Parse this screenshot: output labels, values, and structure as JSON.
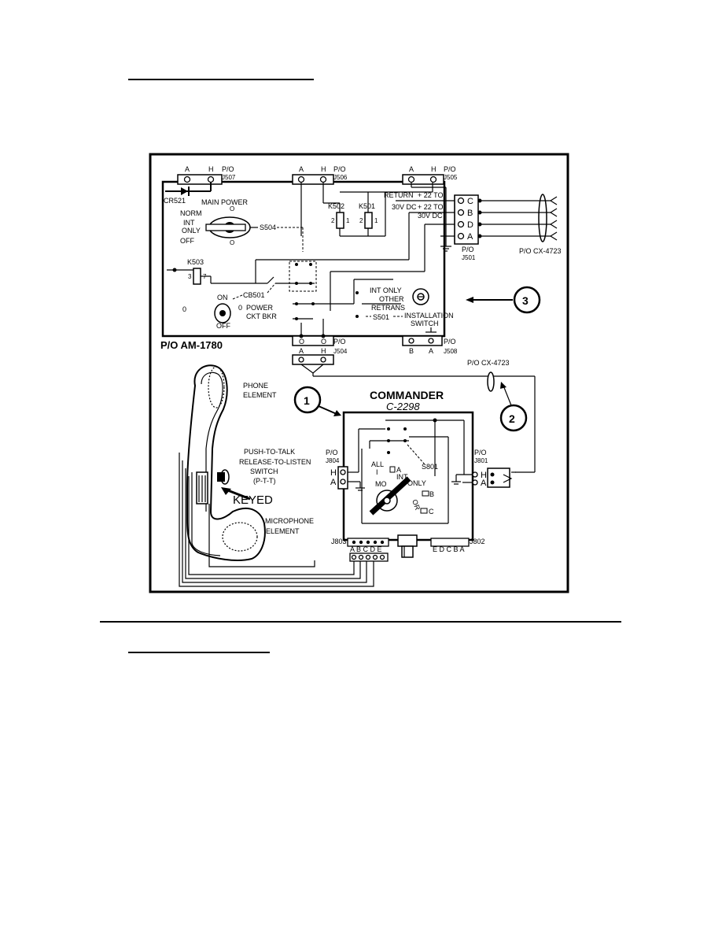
{
  "amplifier": {
    "label": "P/O AM-1780",
    "cr521": "CR521",
    "main_power": "MAIN POWER",
    "norm": "NORM",
    "int_only": "INT",
    "int_only2": "ONLY",
    "off": "OFF",
    "s504": "S504",
    "k503": "K503",
    "k502": "K502",
    "k501": "K501",
    "on": "ON",
    "off2": "OFF",
    "cb501": "CB501",
    "power": "POWER",
    "ckt_bkr": "CKT BKR",
    "return": "RETURN",
    "plus22a": "+ 22 TO",
    "v30a": "30V DC",
    "plus22b": "+ 22 TO",
    "v30b": "30V DC",
    "int_only_sw": "INT ONLY",
    "other": "OTHER",
    "retrans": "RETRANS",
    "s501": "S501",
    "installation": "INSTALLATION",
    "switch": "SWITCH"
  },
  "connectors": {
    "j507": {
      "po": "P/O",
      "name": "J507",
      "pins": [
        "A",
        "H"
      ]
    },
    "j506": {
      "po": "P/O",
      "name": "J506",
      "pins": [
        "A",
        "H"
      ]
    },
    "j505": {
      "po": "P/O",
      "name": "J505",
      "pins": [
        "A",
        "H"
      ]
    },
    "j501": {
      "po": "P/O",
      "name": "J501",
      "pins": [
        "C",
        "B",
        "D",
        "A"
      ]
    },
    "j504": {
      "po": "P/O",
      "name": "J504",
      "pins": [
        "A",
        "H"
      ]
    },
    "j508": {
      "po": "P/O",
      "name": "J508",
      "pins": [
        "B",
        "A"
      ]
    },
    "cx4723_top": "P/O CX-4723",
    "cx4723_mid": "P/O CX-4723"
  },
  "handset": {
    "phone_element": [
      "PHONE",
      "ELEMENT"
    ],
    "ptt": [
      "PUSH-TO-TALK",
      "RELEASE-TO-LISTEN",
      "SWITCH",
      "(P-T-T)"
    ],
    "keyed": "KEYED",
    "microphone_element": [
      "MICROPHONE",
      "ELEMENT"
    ]
  },
  "commander": {
    "title": "COMMANDER",
    "model": "C-2298",
    "j804": {
      "po": "P/O",
      "name": "J804",
      "pins": [
        "H",
        "A"
      ]
    },
    "j801": {
      "po": "P/O",
      "name": "J801",
      "pins": [
        "H",
        "A"
      ]
    },
    "all": "ALL",
    "i": "I",
    "a": "A",
    "mon": "MO",
    "s801": "S801",
    "int": "INT",
    "only": "ONLY",
    "or": "OR",
    "b": "B",
    "c": "C",
    "j803": "J803",
    "j803_pins": "A B C D E",
    "j802": "J802",
    "j802_pins": "E D C B A"
  },
  "callouts": [
    "1",
    "2",
    "3"
  ]
}
